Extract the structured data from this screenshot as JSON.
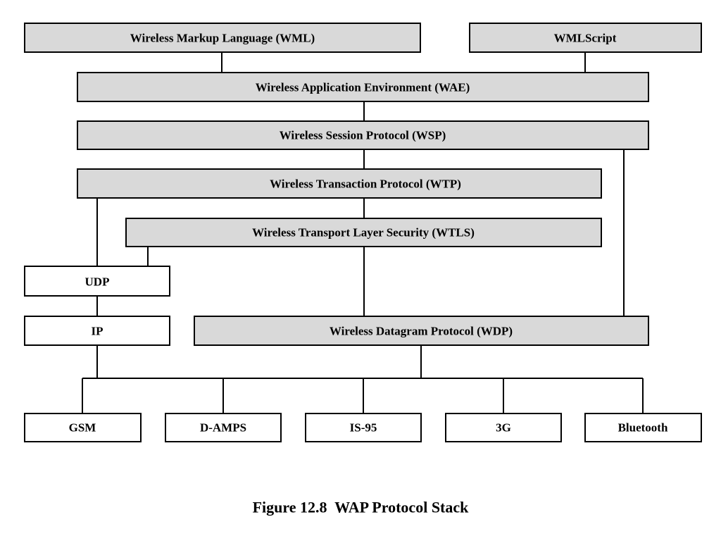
{
  "diagram": {
    "nodes": {
      "wml": "Wireless Markup Language (WML)",
      "wmlscript": "WMLScript",
      "wae": "Wireless Application Environment (WAE)",
      "wsp": "Wireless Session Protocol (WSP)",
      "wtp": "Wireless Transaction Protocol (WTP)",
      "wtls": "Wireless Transport Layer Security (WTLS)",
      "udp": "UDP",
      "ip": "IP",
      "wdp": "Wireless Datagram Protocol (WDP)",
      "gsm": "GSM",
      "damps": "D-AMPS",
      "is95": "IS-95",
      "g3": "3G",
      "bluetooth": "Bluetooth"
    },
    "colors": {
      "layer_fill": "#d9d9d9",
      "plain_fill": "#ffffff",
      "stroke": "#000000"
    }
  },
  "caption": "Figure 12.8  WAP Protocol Stack"
}
